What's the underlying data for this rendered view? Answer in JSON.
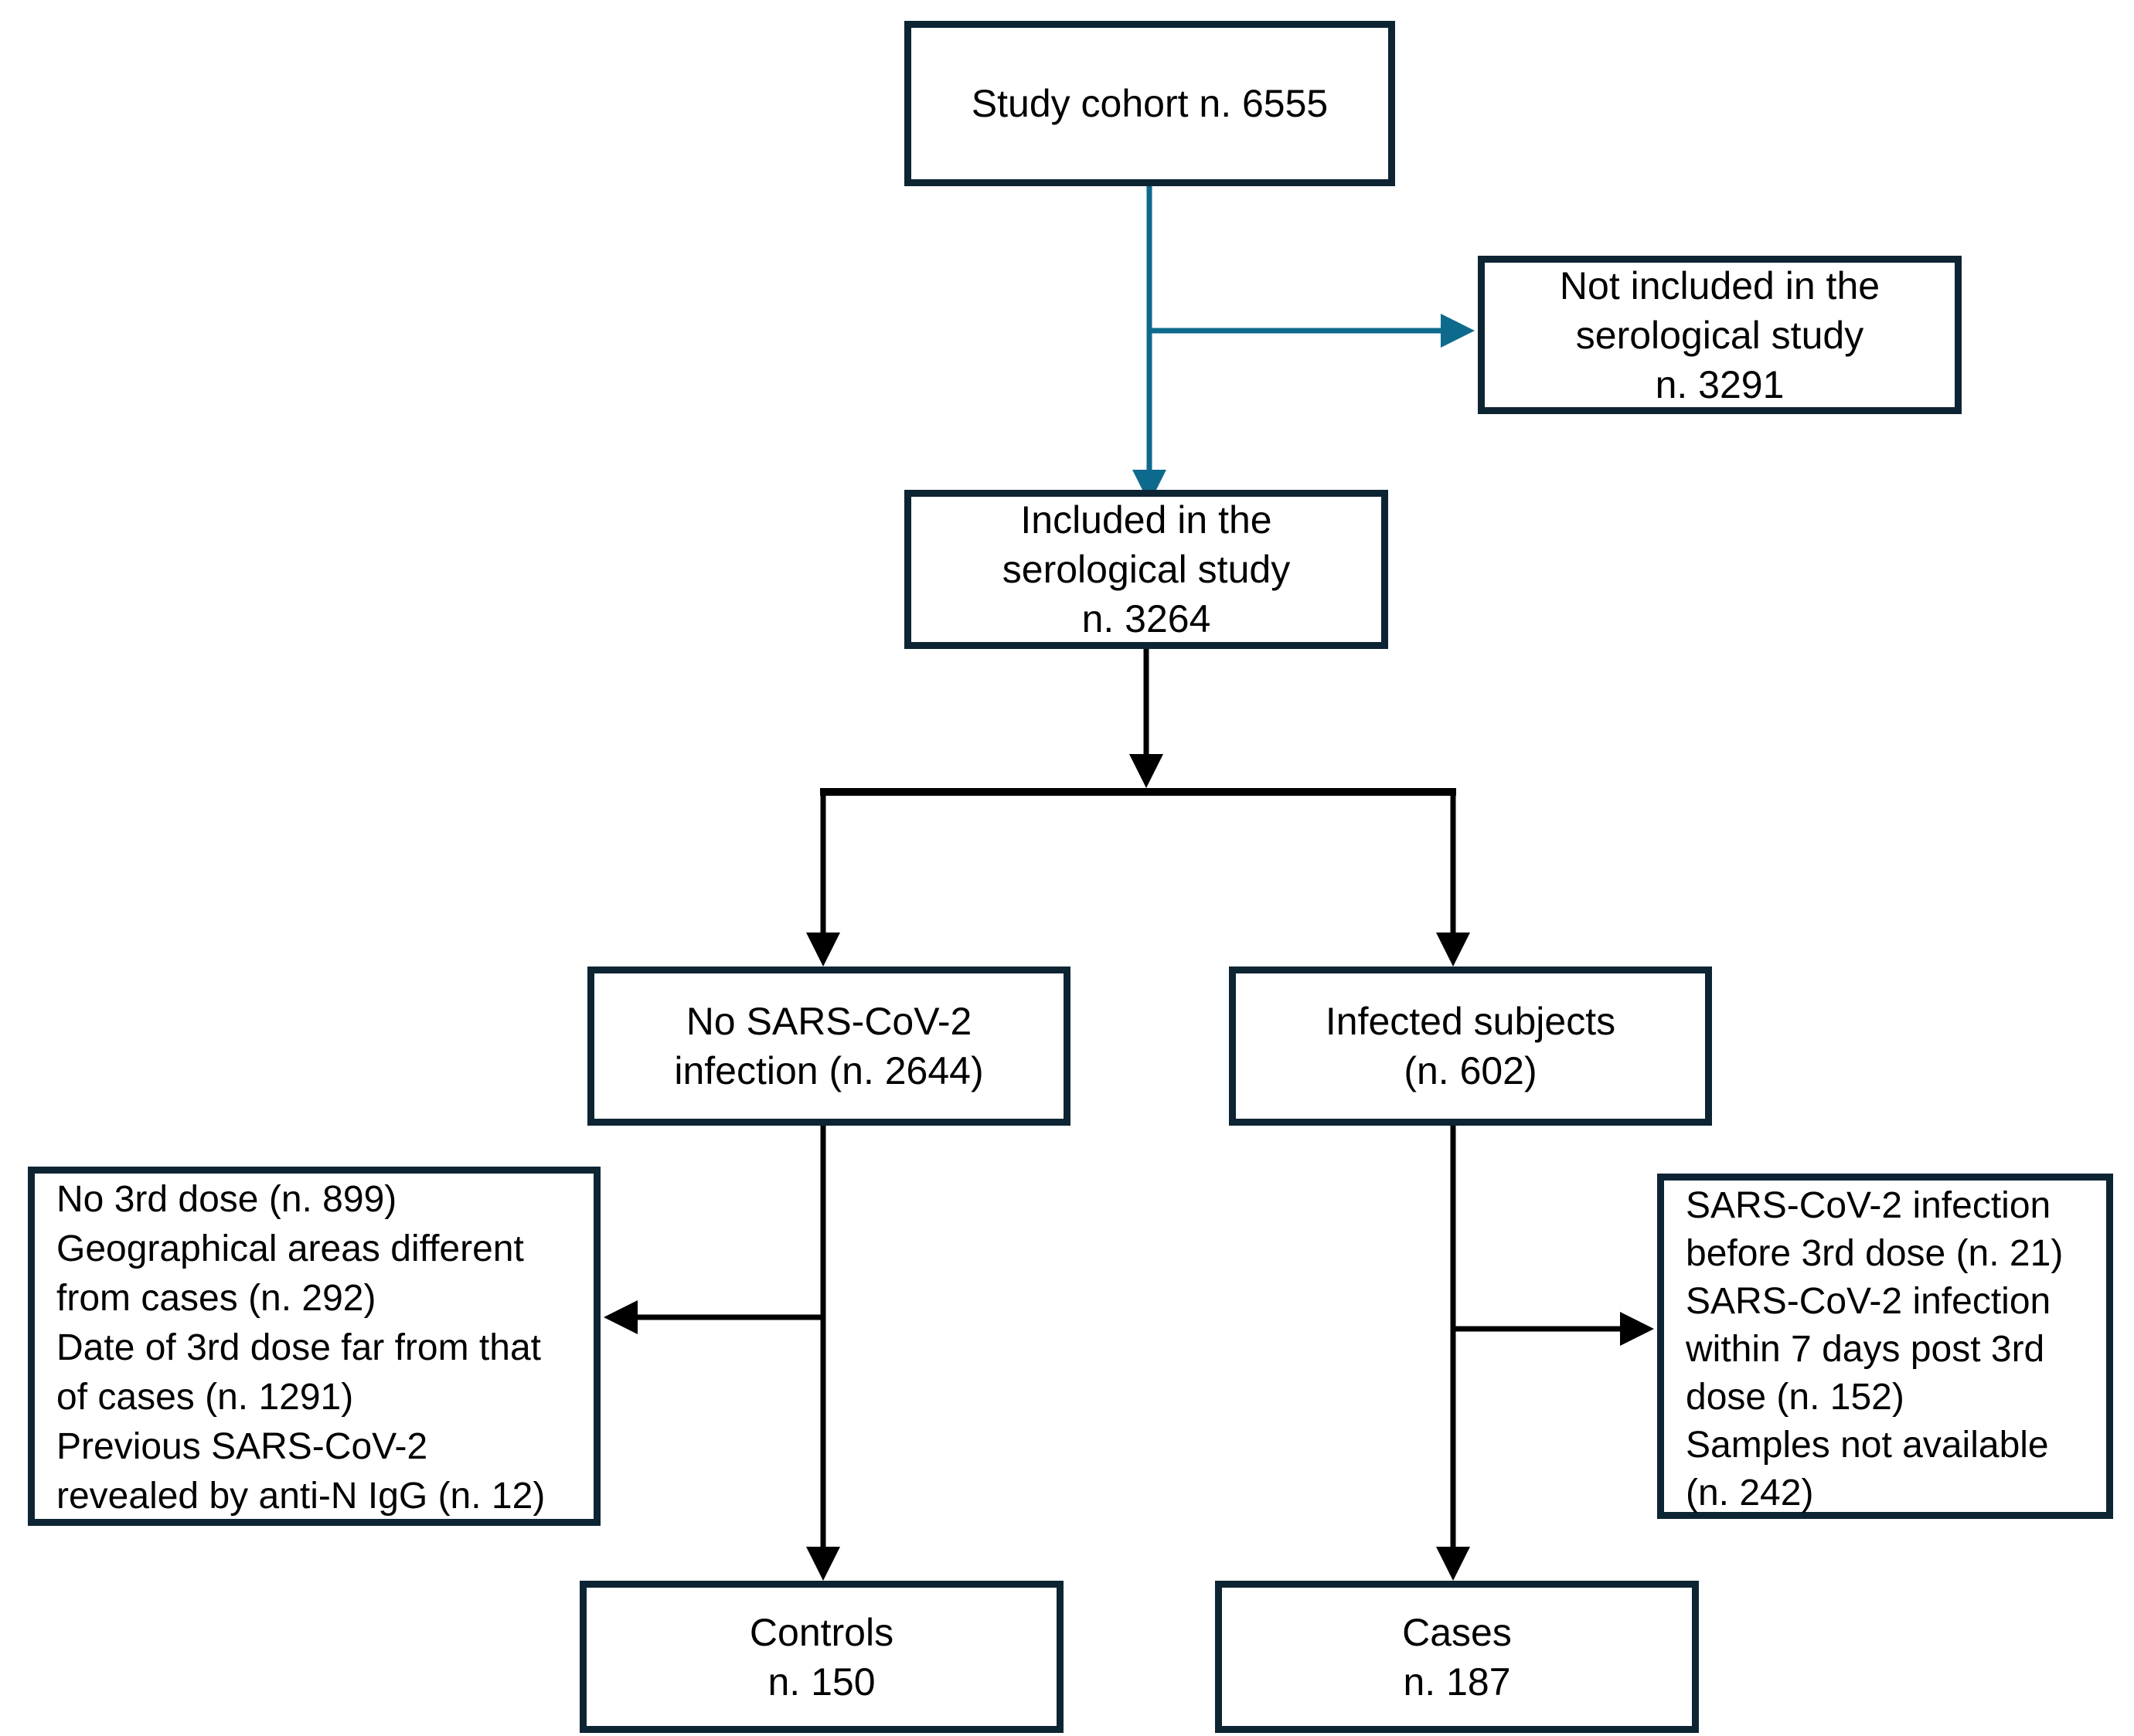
{
  "diagram": {
    "type": "study-flowchart",
    "colors": {
      "background": "#ffffff",
      "text": "#000000",
      "box_border": "#0d2433",
      "arrow_accent": "#0e6a8c",
      "arrow_default": "#000000"
    },
    "nodes": {
      "study_cohort": {
        "line1": "Study cohort n. 6555"
      },
      "not_included": {
        "line1": "Not included in the",
        "line2": "serological study",
        "line3": "n. 3291"
      },
      "included": {
        "line1": "Included in the",
        "line2": "serological study",
        "line3": "n. 3264"
      },
      "no_infection": {
        "line1": "No SARS-CoV-2",
        "line2": "infection (n. 2644)"
      },
      "infected": {
        "line1": "Infected subjects",
        "line2": "(n. 602)"
      },
      "controls_exclusions": {
        "line1": "No 3rd dose (n. 899)",
        "line2": "Geographical areas different",
        "line3": "from cases (n. 292)",
        "line4": "Date of 3rd dose far from that",
        "line5": "of cases (n. 1291)",
        "line6": "Previous SARS-CoV-2",
        "line7": "revealed by anti-N IgG (n. 12)"
      },
      "cases_exclusions": {
        "line1": "SARS-CoV-2 infection",
        "line2": "before 3rd dose (n. 21)",
        "line3": "SARS-CoV-2 infection",
        "line4": "within 7 days post 3rd",
        "line5": "dose (n. 152)",
        "line6": "Samples not available",
        "line7": "(n. 242)"
      },
      "controls": {
        "line1": "Controls",
        "line2": "n. 150"
      },
      "cases": {
        "line1": "Cases",
        "line2": "n. 187"
      }
    },
    "edges": [
      {
        "from": "study_cohort",
        "to": "not_included",
        "color": "accent"
      },
      {
        "from": "study_cohort",
        "to": "included",
        "color": "accent"
      },
      {
        "from": "included",
        "to": "no_infection",
        "color": "default"
      },
      {
        "from": "included",
        "to": "infected",
        "color": "default"
      },
      {
        "from": "no_infection",
        "to": "controls_exclusions",
        "color": "default"
      },
      {
        "from": "no_infection",
        "to": "controls",
        "color": "default"
      },
      {
        "from": "infected",
        "to": "cases_exclusions",
        "color": "default"
      },
      {
        "from": "infected",
        "to": "cases",
        "color": "default"
      }
    ]
  }
}
